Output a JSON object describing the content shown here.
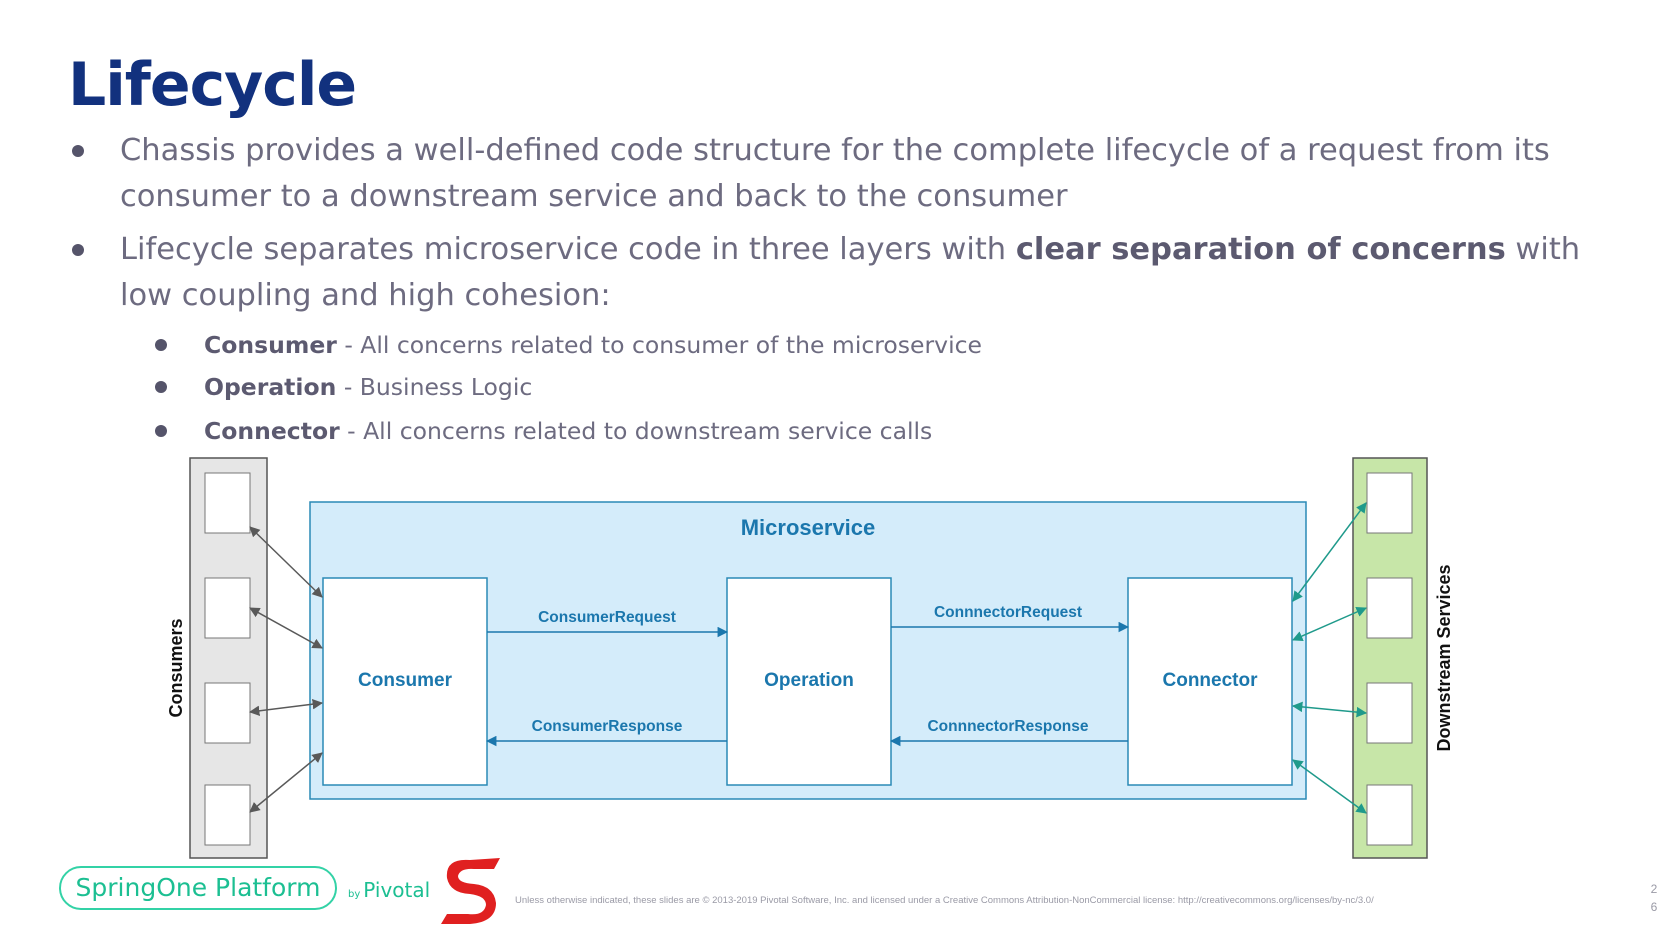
{
  "slide": {
    "title": "Lifecycle",
    "bullets": [
      {
        "text": "Chassis provides a well-defined code structure for the complete lifecycle of a request from its consumer to a downstream service and back to the consumer"
      },
      {
        "before": "Lifecycle separates microservice code in three layers with ",
        "bold": "clear separation of concerns",
        "after": " with low coupling and high cohesion:"
      }
    ],
    "sub_bullets": [
      {
        "bold": "Consumer",
        "text": " - All concerns related to consumer of the microservice"
      },
      {
        "bold": "Operation",
        "text": " -  Business Logic"
      },
      {
        "bold": "Connector",
        "text": " - All concerns related to downstream service calls"
      }
    ]
  },
  "diagram": {
    "consumers_label": "Consumers",
    "downstream_label": "Downstream Services",
    "microservice_label": "Microservice",
    "boxes": {
      "consumer": "Consumer",
      "operation": "Operation",
      "connector": "Connector"
    },
    "arrows": {
      "consumer_request": "ConsumerRequest",
      "consumer_response": "ConsumerResponse",
      "connector_request": "ConnnectorRequest",
      "connector_response": "ConnnectorResponse"
    },
    "colors": {
      "microservice_fill": "#d4ecfa",
      "microservice_stroke": "#2a8ab6",
      "label_blue": "#1b77ad",
      "consumers_fill": "#e6e6e6",
      "downstream_fill": "#c7e6a8",
      "consumer_arrow": "#595959",
      "downstream_arrow": "#1f9a8b"
    }
  },
  "footer": {
    "logo": "SpringOne Platform",
    "by": "by",
    "vendor": "Pivotal",
    "copyright": "Unless otherwise indicated, these slides are © 2013-2019 Pivotal Software, Inc. and licensed under a Creative Commons Attribution-NonCommercial license: http://creativecommons.org/licenses/by-nc/3.0/",
    "page_digits": [
      "2",
      "6"
    ]
  }
}
